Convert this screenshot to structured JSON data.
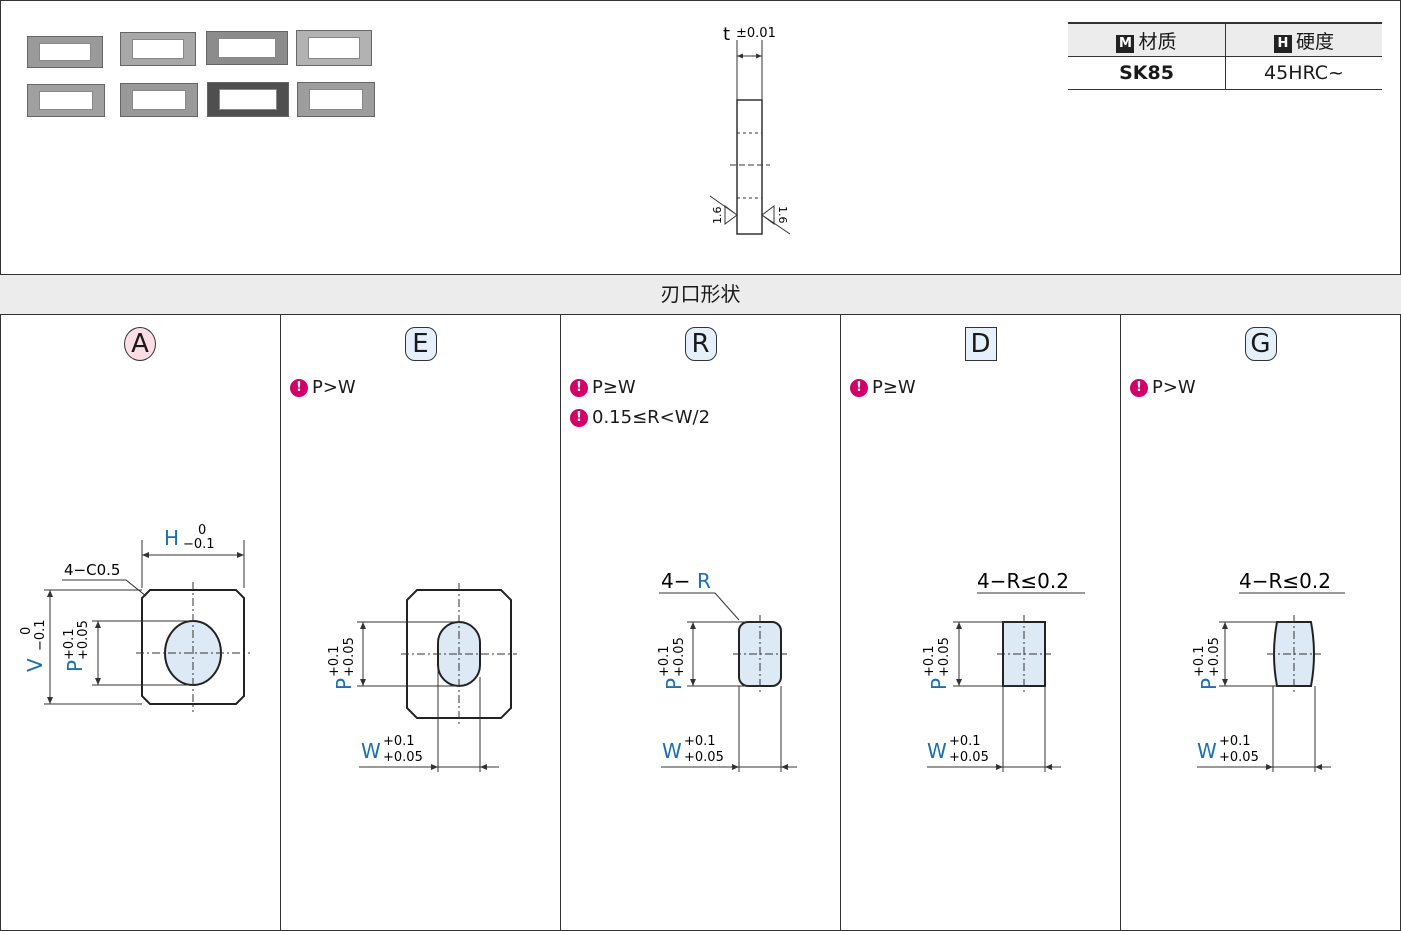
{
  "table": {
    "col1": {
      "badge": "M",
      "label": "材质"
    },
    "col2": {
      "badge": "H",
      "label": "硬度"
    },
    "material": "SK85",
    "hardness": "45HRC~"
  },
  "side_view": {
    "tol_t": "t",
    "tol_val": "±0.01",
    "rough_left": "1.6",
    "rough_right": "1.6"
  },
  "photos": {
    "count": 8,
    "colors": [
      "#9a9a9a",
      "#a8a8a8",
      "#8c8c8c",
      "#b2b2b2",
      "#a0a0a0",
      "#999999",
      "#4f4f4f",
      "#9d9d9d"
    ]
  },
  "section_title": "刃口形状",
  "shapes": [
    {
      "code": "A",
      "notes": [],
      "labels": {
        "chamfer": "4−C0.5",
        "H": "H",
        "H_tol_top": "0",
        "H_tol_bot": "−0.1",
        "V": "V",
        "V_tol_top": "0",
        "V_tol_bot": "−0.1",
        "P": "P",
        "P_tol_top": "+0.1",
        "P_tol_bot": "+0.05"
      }
    },
    {
      "code": "E",
      "notes": [
        "P>W"
      ],
      "labels": {
        "P": "P",
        "P_tol_top": "+0.1",
        "P_tol_bot": "+0.05",
        "W": "W",
        "W_tol_top": "+0.1",
        "W_tol_bot": "+0.05"
      }
    },
    {
      "code": "R",
      "notes": [
        "P≥W",
        "0.15≤R<W/2"
      ],
      "labels": {
        "corner_prefix": "4−",
        "corner": "R",
        "P": "P",
        "P_tol_top": "+0.1",
        "P_tol_bot": "+0.05",
        "W": "W",
        "W_tol_top": "+0.1",
        "W_tol_bot": "+0.05"
      }
    },
    {
      "code": "D",
      "notes": [
        "P≥W"
      ],
      "labels": {
        "corner": "4−R≤0.2",
        "P": "P",
        "P_tol_top": "+0.1",
        "P_tol_bot": "+0.05",
        "W": "W",
        "W_tol_top": "+0.1",
        "W_tol_bot": "+0.05"
      }
    },
    {
      "code": "G",
      "notes": [
        "P>W"
      ],
      "labels": {
        "corner": "4−R≤0.2",
        "P": "P",
        "P_tol_top": "+0.1",
        "P_tol_bot": "+0.05",
        "W": "W",
        "W_tol_top": "+0.1",
        "W_tol_bot": "+0.05"
      }
    }
  ],
  "colors": {
    "accent": "#1a6fb5",
    "fill": "#dde9f4",
    "warn": "#d4006a"
  }
}
